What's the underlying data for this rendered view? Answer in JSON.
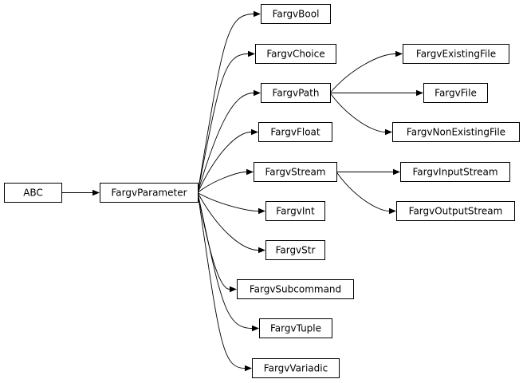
{
  "diagram": {
    "type": "class-inheritance-graph",
    "nodes": [
      {
        "id": "abc",
        "label": "ABC"
      },
      {
        "id": "fargv_parameter",
        "label": "FargvParameter"
      },
      {
        "id": "fargv_bool",
        "label": "FargvBool"
      },
      {
        "id": "fargv_choice",
        "label": "FargvChoice"
      },
      {
        "id": "fargv_path",
        "label": "FargvPath"
      },
      {
        "id": "fargv_float",
        "label": "FargvFloat"
      },
      {
        "id": "fargv_stream",
        "label": "FargvStream"
      },
      {
        "id": "fargv_int",
        "label": "FargvInt"
      },
      {
        "id": "fargv_str",
        "label": "FargvStr"
      },
      {
        "id": "fargv_subcommand",
        "label": "FargvSubcommand"
      },
      {
        "id": "fargv_tuple",
        "label": "FargvTuple"
      },
      {
        "id": "fargv_variadic",
        "label": "FargvVariadic"
      },
      {
        "id": "fargv_existing_file",
        "label": "FargvExistingFile"
      },
      {
        "id": "fargv_file",
        "label": "FargvFile"
      },
      {
        "id": "fargv_non_existing_file",
        "label": "FargvNonExistingFile"
      },
      {
        "id": "fargv_input_stream",
        "label": "FargvInputStream"
      },
      {
        "id": "fargv_output_stream",
        "label": "FargvOutputStream"
      }
    ],
    "edges": [
      {
        "from": "abc",
        "to": "fargv_parameter"
      },
      {
        "from": "fargv_parameter",
        "to": "fargv_bool"
      },
      {
        "from": "fargv_parameter",
        "to": "fargv_choice"
      },
      {
        "from": "fargv_parameter",
        "to": "fargv_path"
      },
      {
        "from": "fargv_parameter",
        "to": "fargv_float"
      },
      {
        "from": "fargv_parameter",
        "to": "fargv_stream"
      },
      {
        "from": "fargv_parameter",
        "to": "fargv_int"
      },
      {
        "from": "fargv_parameter",
        "to": "fargv_str"
      },
      {
        "from": "fargv_parameter",
        "to": "fargv_subcommand"
      },
      {
        "from": "fargv_parameter",
        "to": "fargv_tuple"
      },
      {
        "from": "fargv_parameter",
        "to": "fargv_variadic"
      },
      {
        "from": "fargv_path",
        "to": "fargv_existing_file"
      },
      {
        "from": "fargv_path",
        "to": "fargv_file"
      },
      {
        "from": "fargv_path",
        "to": "fargv_non_existing_file"
      },
      {
        "from": "fargv_stream",
        "to": "fargv_input_stream"
      },
      {
        "from": "fargv_stream",
        "to": "fargv_output_stream"
      }
    ]
  }
}
